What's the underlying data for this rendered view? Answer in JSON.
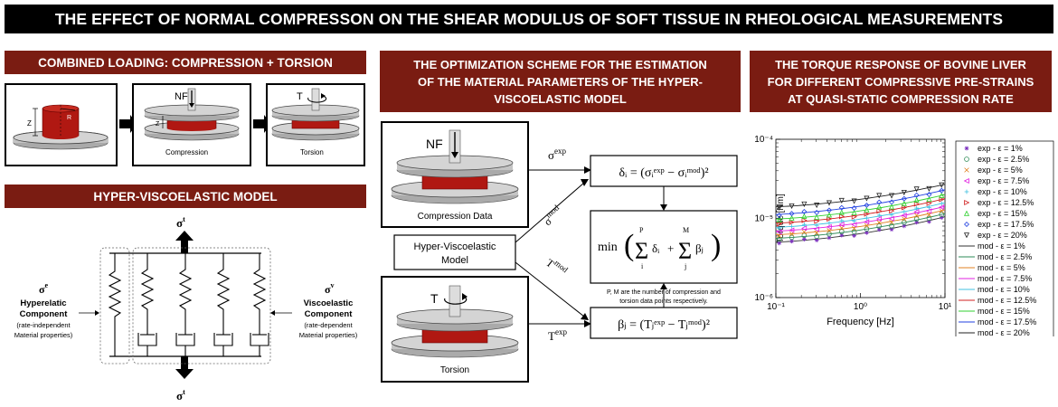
{
  "title": "THE EFFECT OF NORMAL COMPRESSON ON THE SHEAR MODULUS OF SOFT TISSUE IN RHEOLOGICAL MEASUREMENTS",
  "section1": {
    "header": "COMBINED LOADING: COMPRESSION + TORSION",
    "z_label": "Z",
    "r_label": "R",
    "nf_label": "NF",
    "t_label": "T",
    "compression_caption": "Compression",
    "torsion_caption": "Torsion"
  },
  "section2": {
    "header": "HYPER-VISCOELASTIC MODEL",
    "sigma_e": "σ",
    "sigma_e_sup": "e",
    "hyper_label_1": "Hyperelatic",
    "hyper_label_2": "Component",
    "hyper_sub_1": "(rate-independent",
    "hyper_sub_2": "Material properties)",
    "sigma_v": "σ",
    "sigma_v_sup": "v",
    "visco_label_1": "Viscoelastic",
    "visco_label_2": "Component",
    "visco_sub_1": "(rate-dependent",
    "visco_sub_2": "Material properties)",
    "sigma_t": "σ",
    "sigma_t_sup": "t"
  },
  "section3": {
    "header_line1": "THE OPTIMIZATION SCHEME FOR THE ESTIMATION",
    "header_line2": "OF THE MATERIAL PARAMETERS OF THE HYPER-",
    "header_line3": "VISCOELASTIC MODEL",
    "compression_data": "Compression Data",
    "torsion": "Torsion",
    "model_line1": "Hyper-Viscoelastic",
    "model_line2": "Model",
    "nf": "NF",
    "t": "T",
    "sigma_exp": "σ",
    "sigma_exp_sup": "exp",
    "sigma_mod": "σ",
    "sigma_mod_sup": "mod",
    "t_mod": "T",
    "t_mod_sup": "mod",
    "t_exp": "T",
    "t_exp_sup": "exp",
    "delta_eq": "δᵢ = (σᵢᵉˣᵖ − σᵢᵐᵒᵈ)²",
    "beta_eq": "βⱼ = (Tⱼᵉˣᵖ − Tⱼᵐᵒᵈ)²",
    "min_label": "min",
    "sum_p": "P",
    "sum_m": "M",
    "sum_i": "i",
    "sum_j": "j",
    "delta_i": "δᵢ",
    "beta_j": "βⱼ",
    "note_line1": "P, M are the number of compression and",
    "note_line2": "torsion data points respectively."
  },
  "section4": {
    "header_line1": "THE TORQUE RESPONSE OF BOVINE LIVER",
    "header_line2": "FOR DIFFERENT COMPRESSIVE PRE-STRAINS",
    "header_line3": "AT QUASI-STATIC COMPRESSION RATE"
  },
  "chart_data": {
    "type": "scatter",
    "xlabel": "Frequency [Hz]",
    "ylabel": "Torque [Nm]",
    "xscale": "log",
    "yscale": "log",
    "xlim": [
      0.1,
      10
    ],
    "ylim": [
      1e-06,
      0.0001
    ],
    "x_ticks": [
      "10⁻¹",
      "10⁰",
      "10¹"
    ],
    "y_ticks": [
      "10⁻⁴",
      "10⁻⁵",
      "10⁻⁶"
    ],
    "legend_position": "right",
    "series": [
      {
        "name": "exp - ε = 1%",
        "kind": "exp",
        "marker": "*",
        "color": "#7b2fbe",
        "y0": 5e-06,
        "y1": 1.05e-05
      },
      {
        "name": "exp - ε = 2.5%",
        "kind": "exp",
        "marker": "o",
        "color": "#2e8b57",
        "y0": 5.6e-06,
        "y1": 1.15e-05
      },
      {
        "name": "exp - ε = 5%",
        "kind": "exp",
        "marker": "x",
        "color": "#e08020",
        "y0": 6.2e-06,
        "y1": 1.28e-05
      },
      {
        "name": "exp - ε = 7.5%",
        "kind": "exp",
        "marker": "<",
        "color": "#e020e0",
        "y0": 6.9e-06,
        "y1": 1.42e-05
      },
      {
        "name": "exp - ε = 10%",
        "kind": "exp",
        "marker": "+",
        "color": "#40c0e0",
        "y0": 7.7e-06,
        "y1": 1.58e-05
      },
      {
        "name": "exp - ε = 12.5%",
        "kind": "exp",
        "marker": ">",
        "color": "#d02020",
        "y0": 8.7e-06,
        "y1": 1.78e-05
      },
      {
        "name": "exp - ε = 15%",
        "kind": "exp",
        "marker": "^",
        "color": "#30d030",
        "y0": 9.8e-06,
        "y1": 2e-05
      },
      {
        "name": "exp - ε = 17.5%",
        "kind": "exp",
        "marker": "d",
        "color": "#2040e0",
        "y0": 1.12e-05,
        "y1": 2.3e-05
      },
      {
        "name": "exp - ε = 20%",
        "kind": "exp",
        "marker": "v",
        "color": "#222222",
        "y0": 1.4e-05,
        "y1": 2.7e-05
      },
      {
        "name": "mod - ε = 1%",
        "kind": "mod",
        "color": "#333333"
      },
      {
        "name": "mod - ε = 2.5%",
        "kind": "mod",
        "color": "#2e8b57"
      },
      {
        "name": "mod - ε = 5%",
        "kind": "mod",
        "color": "#e08020"
      },
      {
        "name": "mod - ε = 7.5%",
        "kind": "mod",
        "color": "#e020e0"
      },
      {
        "name": "mod - ε = 10%",
        "kind": "mod",
        "color": "#40c0e0"
      },
      {
        "name": "mod - ε = 12.5%",
        "kind": "mod",
        "color": "#d02020"
      },
      {
        "name": "mod - ε = 15%",
        "kind": "mod",
        "color": "#30d030"
      },
      {
        "name": "mod - ε = 17.5%",
        "kind": "mod",
        "color": "#2040e0"
      },
      {
        "name": "mod - ε = 20%",
        "kind": "mod",
        "color": "#222222"
      }
    ]
  }
}
